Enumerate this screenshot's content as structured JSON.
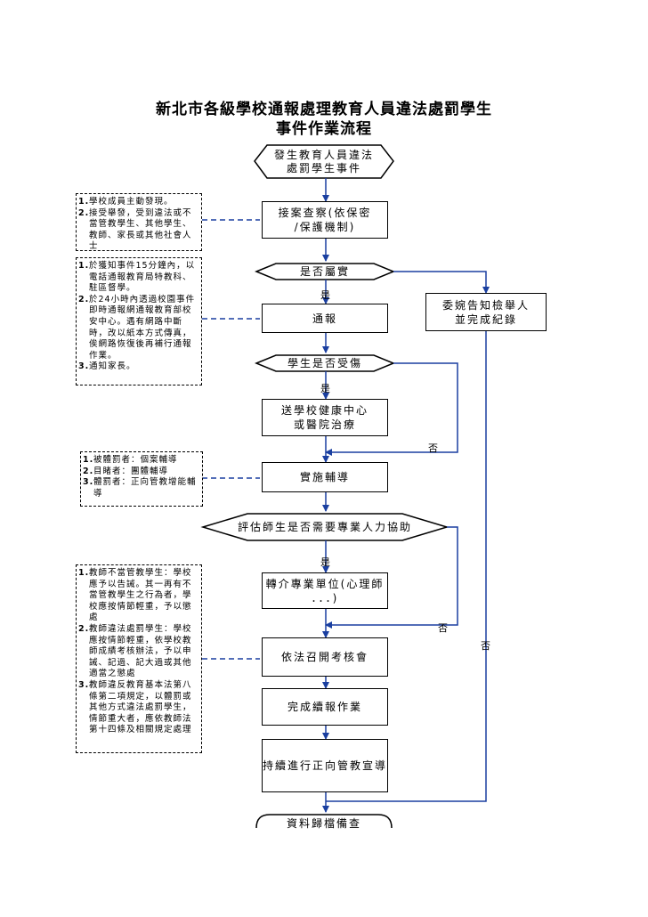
{
  "title": {
    "line1": "新北市各級學校通報處理教育人員違法處罰學生",
    "line2": "事件作業流程"
  },
  "nodes": {
    "start": "發生教育人員違法\n處罰學生事件",
    "intake": "接案查察(依保密\n/保護機制)",
    "decision_punish": "是否屬實",
    "report": "通報",
    "decision_injury": "學生是否受傷",
    "hospital": "送學校健康中心\n或醫院治療",
    "counseling": "實施輔導",
    "decision_assist": "評估師生是否需要專業人力協助",
    "referral": "轉介專業單位(心理師\n．．．)",
    "review": "依法召開考核會",
    "followup_report": "完成續報作業",
    "education": "持續進行正向管教宣導",
    "archive": "資料歸檔備查",
    "inform_reporter": "委婉告知檢舉人\n並完成紀錄"
  },
  "edge_labels": {
    "yes": "是",
    "no": "否"
  },
  "notes": {
    "intake_sources": [
      {
        "num": "1.",
        "text": "學校成員主動發現。"
      },
      {
        "num": "2.",
        "text": "接受舉發，受到違法或不當管教學生、其他學生、教師、家長或其他社會人士"
      }
    ],
    "report_steps": [
      {
        "num": "1.",
        "text": "於獲知事件15分鐘內，以電話通報教育局特教科、駐區督學。"
      },
      {
        "num": "2.",
        "text": "於24小時內透過校園事件即時通報網通報教育部校安中心。遇有網路中斷時，改以紙本方式傳真，俟網路恢復後再補行通報作業。"
      },
      {
        "num": "3.",
        "text": "通知家長。"
      }
    ],
    "counseling_targets": [
      {
        "num": "1.",
        "text": "被體罰者：個案輔導"
      },
      {
        "num": "2.",
        "text": "目睹者：團體輔導"
      },
      {
        "num": "3.",
        "text": "體罰者：正向管教增能輔導"
      }
    ],
    "penalties": [
      {
        "num": "1.",
        "text": "教師不當管教學生：學校應予以告誡。其一再有不當管教學生之行為者，學校應按情節輕重，予以懲處"
      },
      {
        "num": "2.",
        "text": "教師違法處罰學生：學校應按情節輕重，依學校教師成績考核辦法，予以申誡、記過、記大過或其他適當之懲處"
      },
      {
        "num": "3.",
        "text": "教師違反教育基本法第八條第二項規定，以體罰或其他方式違法處罰學生，情節重大者，應依教師法第十四條及相關規定處理"
      }
    ]
  }
}
